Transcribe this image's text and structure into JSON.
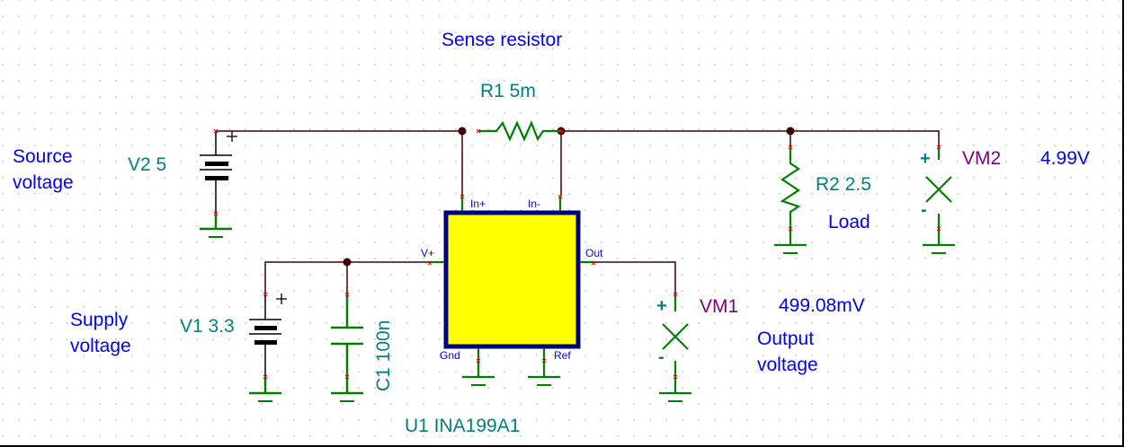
{
  "colors": {
    "wire": "#400000",
    "component": "#008000",
    "node": "#400000",
    "pin_marker": "#ff0000",
    "ic_fill": "#ffff00",
    "ic_border": "#000080",
    "annotation": "#0000ff",
    "component_label": "#008080",
    "meter_label": "#800080",
    "battery": "#000000"
  },
  "annotations": {
    "sense_resistor": "Sense resistor",
    "source_voltage_line1": "Source",
    "source_voltage_line2": "voltage",
    "supply_voltage_line1": "Supply",
    "supply_voltage_line2": "voltage",
    "load": "Load",
    "output_voltage_line1": "Output",
    "output_voltage_line2": "voltage"
  },
  "components": {
    "r1": {
      "ref": "R1",
      "value": "5m",
      "label": "R1 5m"
    },
    "r2": {
      "ref": "R2",
      "value": "2.5",
      "label": "R2 2.5"
    },
    "v1": {
      "ref": "V1",
      "value": "3.3",
      "label": "V1 3.3",
      "plus": "+"
    },
    "v2": {
      "ref": "V2",
      "value": "5",
      "label": "V2 5",
      "plus": "+"
    },
    "c1": {
      "ref": "C1",
      "value": "100n",
      "label": "C1 100n"
    },
    "u1": {
      "ref": "U1",
      "part": "INA199A1",
      "label": "U1 INA199A1",
      "pins": {
        "in_plus": "In+",
        "in_minus": "In-",
        "v_plus": "V+",
        "out": "Out",
        "gnd": "Gnd",
        "ref": "Ref"
      }
    }
  },
  "meters": {
    "vm1": {
      "ref": "VM1",
      "reading": "499.08mV",
      "plus": "+",
      "minus": "-"
    },
    "vm2": {
      "ref": "VM2",
      "reading": "4.99V",
      "plus": "+",
      "minus": "-"
    }
  }
}
